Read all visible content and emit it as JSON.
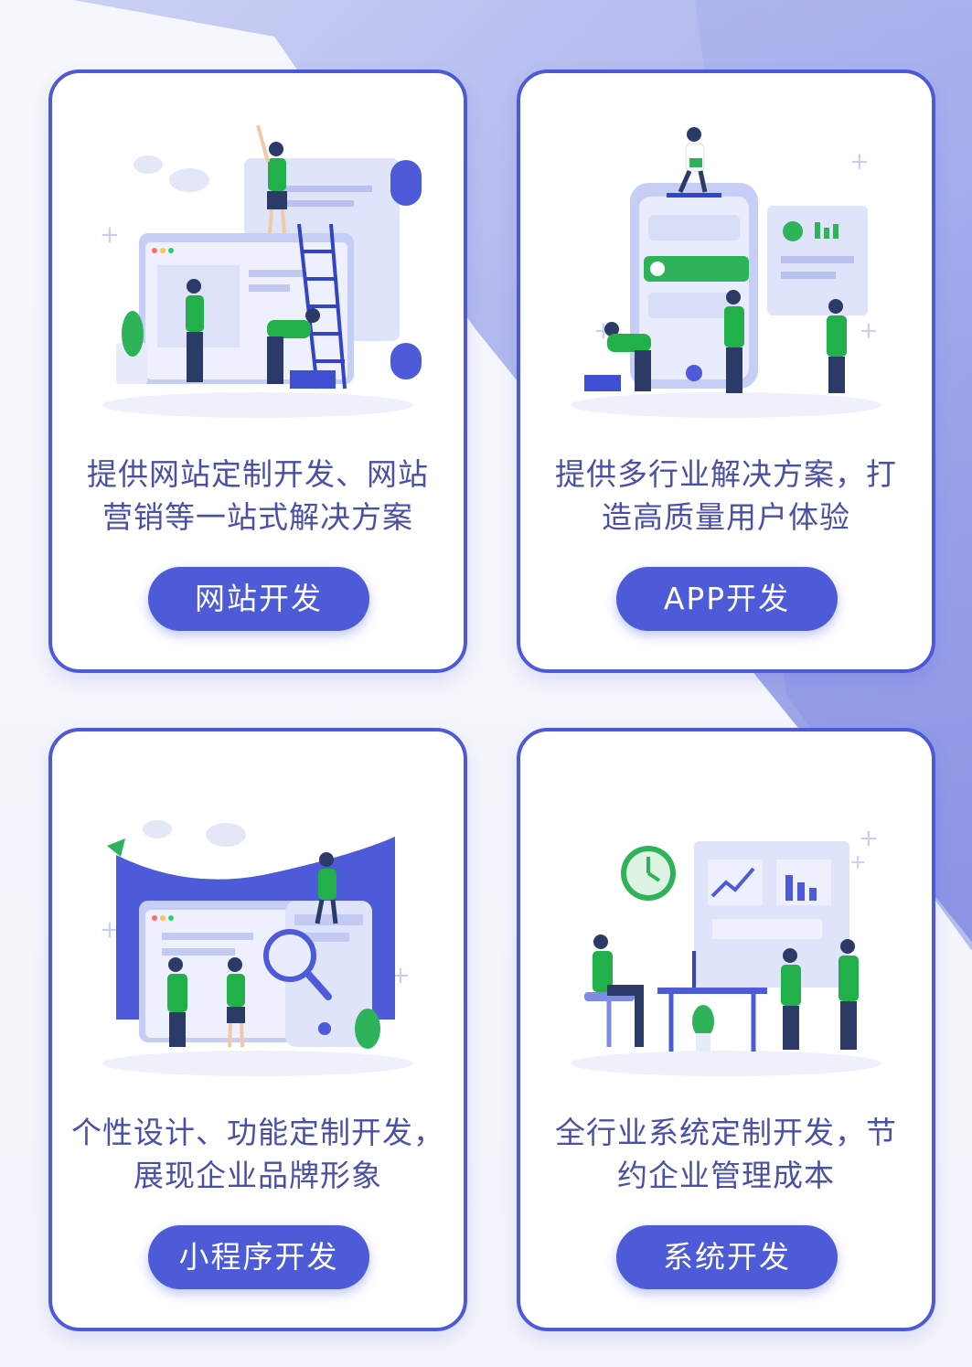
{
  "cards": [
    {
      "description_lines": [
        "提供网站定制开发、网站",
        "营销等一站式解决方案"
      ],
      "button_label": "网站开发",
      "illustration": "website-development-illustration"
    },
    {
      "description_lines": [
        "提供多行业解决方案，打",
        "造高质量用户体验"
      ],
      "button_label": "APP开发",
      "illustration": "app-development-illustration"
    },
    {
      "description_lines": [
        "个性设计、功能定制开发，",
        "展现企业品牌形象"
      ],
      "button_label": "小程序开发",
      "illustration": "mini-program-development-illustration"
    },
    {
      "description_lines": [
        "全行业系统定制开发，节",
        "约企业管理成本"
      ],
      "button_label": "系统开发",
      "illustration": "system-development-illustration"
    }
  ],
  "colors": {
    "accent": "#4d5bd8",
    "card_border": "#4d59d6",
    "text": "#4a4fa8",
    "figure_green": "#22b04b",
    "figure_dark": "#2b3a67"
  }
}
